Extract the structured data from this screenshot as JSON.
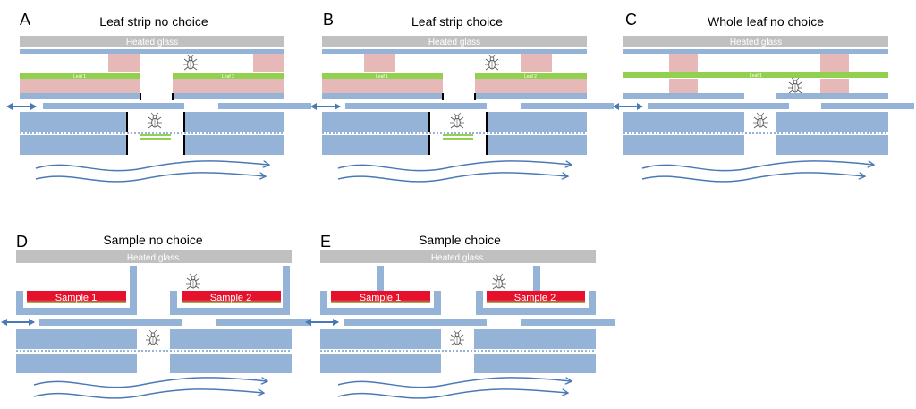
{
  "colors": {
    "glass": "#c0c0c0",
    "blue": "#95b3d7",
    "pink": "#e6b9b8",
    "green": "#92d050",
    "arrow": "#4a7ab5",
    "wall": "#000000",
    "sample_top": "#e8112d",
    "sample_bottom": "#9bbb59"
  },
  "icons": {
    "insect": "insect-icon",
    "double_arrow": "double-arrow-icon",
    "wavy_arrow": "wavy-arrow-icon"
  },
  "panels": [
    {
      "letter": "A",
      "title": "Leaf strip no choice",
      "glass_label": "Heated glass",
      "leaf1": "Leaf 1",
      "leaf2": "Leaf 2"
    },
    {
      "letter": "B",
      "title": "Leaf strip choice",
      "glass_label": "Heated glass",
      "leaf1": "Leaf 1",
      "leaf2": "Leaf 2"
    },
    {
      "letter": "C",
      "title": "Whole leaf no choice",
      "glass_label": "Heated glass",
      "leaf1": "Leaf 1"
    },
    {
      "letter": "D",
      "title": "Sample no choice",
      "glass_label": "Heated glass",
      "sample1": "Sample 1",
      "sample2": "Sample 2"
    },
    {
      "letter": "E",
      "title": "Sample choice",
      "glass_label": "Heated glass",
      "sample1": "Sample 1",
      "sample2": "Sample 2"
    }
  ]
}
